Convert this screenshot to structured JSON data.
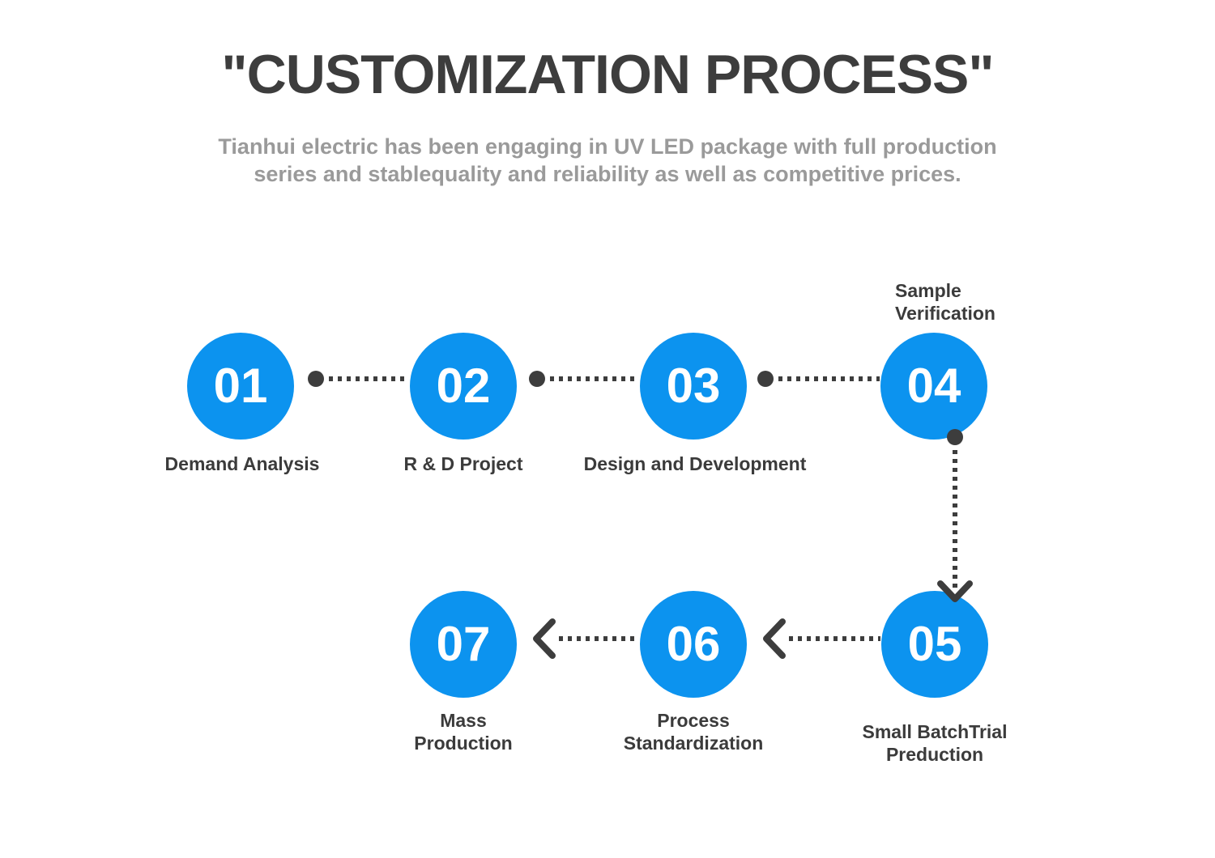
{
  "header": {
    "title": "\"CUSTOMIZATION PROCESS\"",
    "subtitle_line1": "Tianhui electric has been engaging in UV LED package with full production",
    "subtitle_line2": "series and stablequality and reliability as well as competitive prices."
  },
  "steps": [
    {
      "number": "01",
      "label": "Demand Analysis"
    },
    {
      "number": "02",
      "label": "R & D Project"
    },
    {
      "number": "03",
      "label": "Design and Development"
    },
    {
      "number": "04",
      "label_line1": "Sample",
      "label_line2": "Verification"
    },
    {
      "number": "05",
      "label_line1": "Small BatchTrial",
      "label_line2": "Preduction"
    },
    {
      "number": "06",
      "label_line1": "Process",
      "label_line2": "Standardization"
    },
    {
      "number": "07",
      "label_line1": "Mass",
      "label_line2": "Production"
    }
  ],
  "colors": {
    "circle_blue": "#0C93EF",
    "connector_dark": "#3D3D3D",
    "title_dark": "#3D3D3D",
    "subtitle_gray": "#9A9A9A",
    "label_dark": "#3B3B3B",
    "background": "#FFFFFF"
  }
}
